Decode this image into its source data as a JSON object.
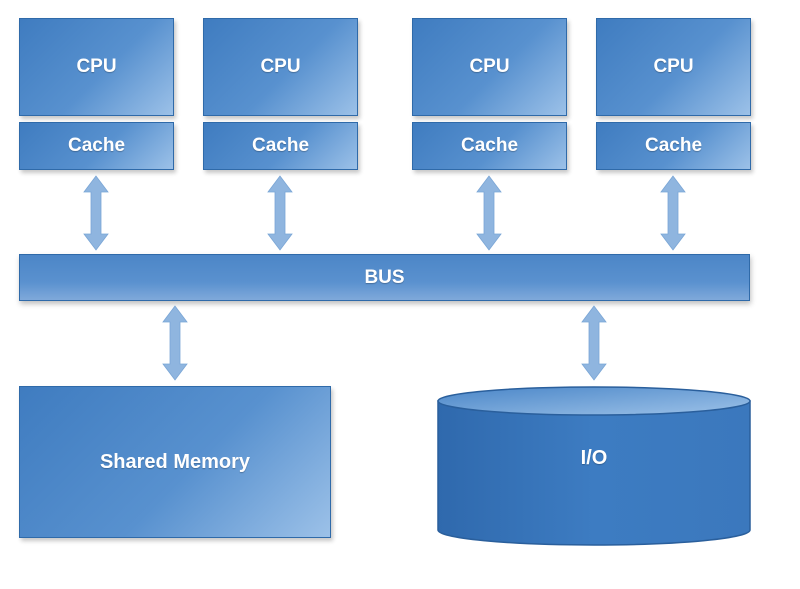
{
  "processors": [
    {
      "cpu_label": "CPU",
      "cache_label": "Cache"
    },
    {
      "cpu_label": "CPU",
      "cache_label": "Cache"
    },
    {
      "cpu_label": "CPU",
      "cache_label": "Cache"
    },
    {
      "cpu_label": "CPU",
      "cache_label": "Cache"
    }
  ],
  "bus": {
    "label": "BUS"
  },
  "shared_memory": {
    "label": "Shared Memory"
  },
  "io": {
    "label": "I/O"
  },
  "colors": {
    "block_dark": "#3f7cc0",
    "block_light": "#9cc1e8",
    "arrow": "#8fb5df",
    "border": "#2f6aa9"
  }
}
